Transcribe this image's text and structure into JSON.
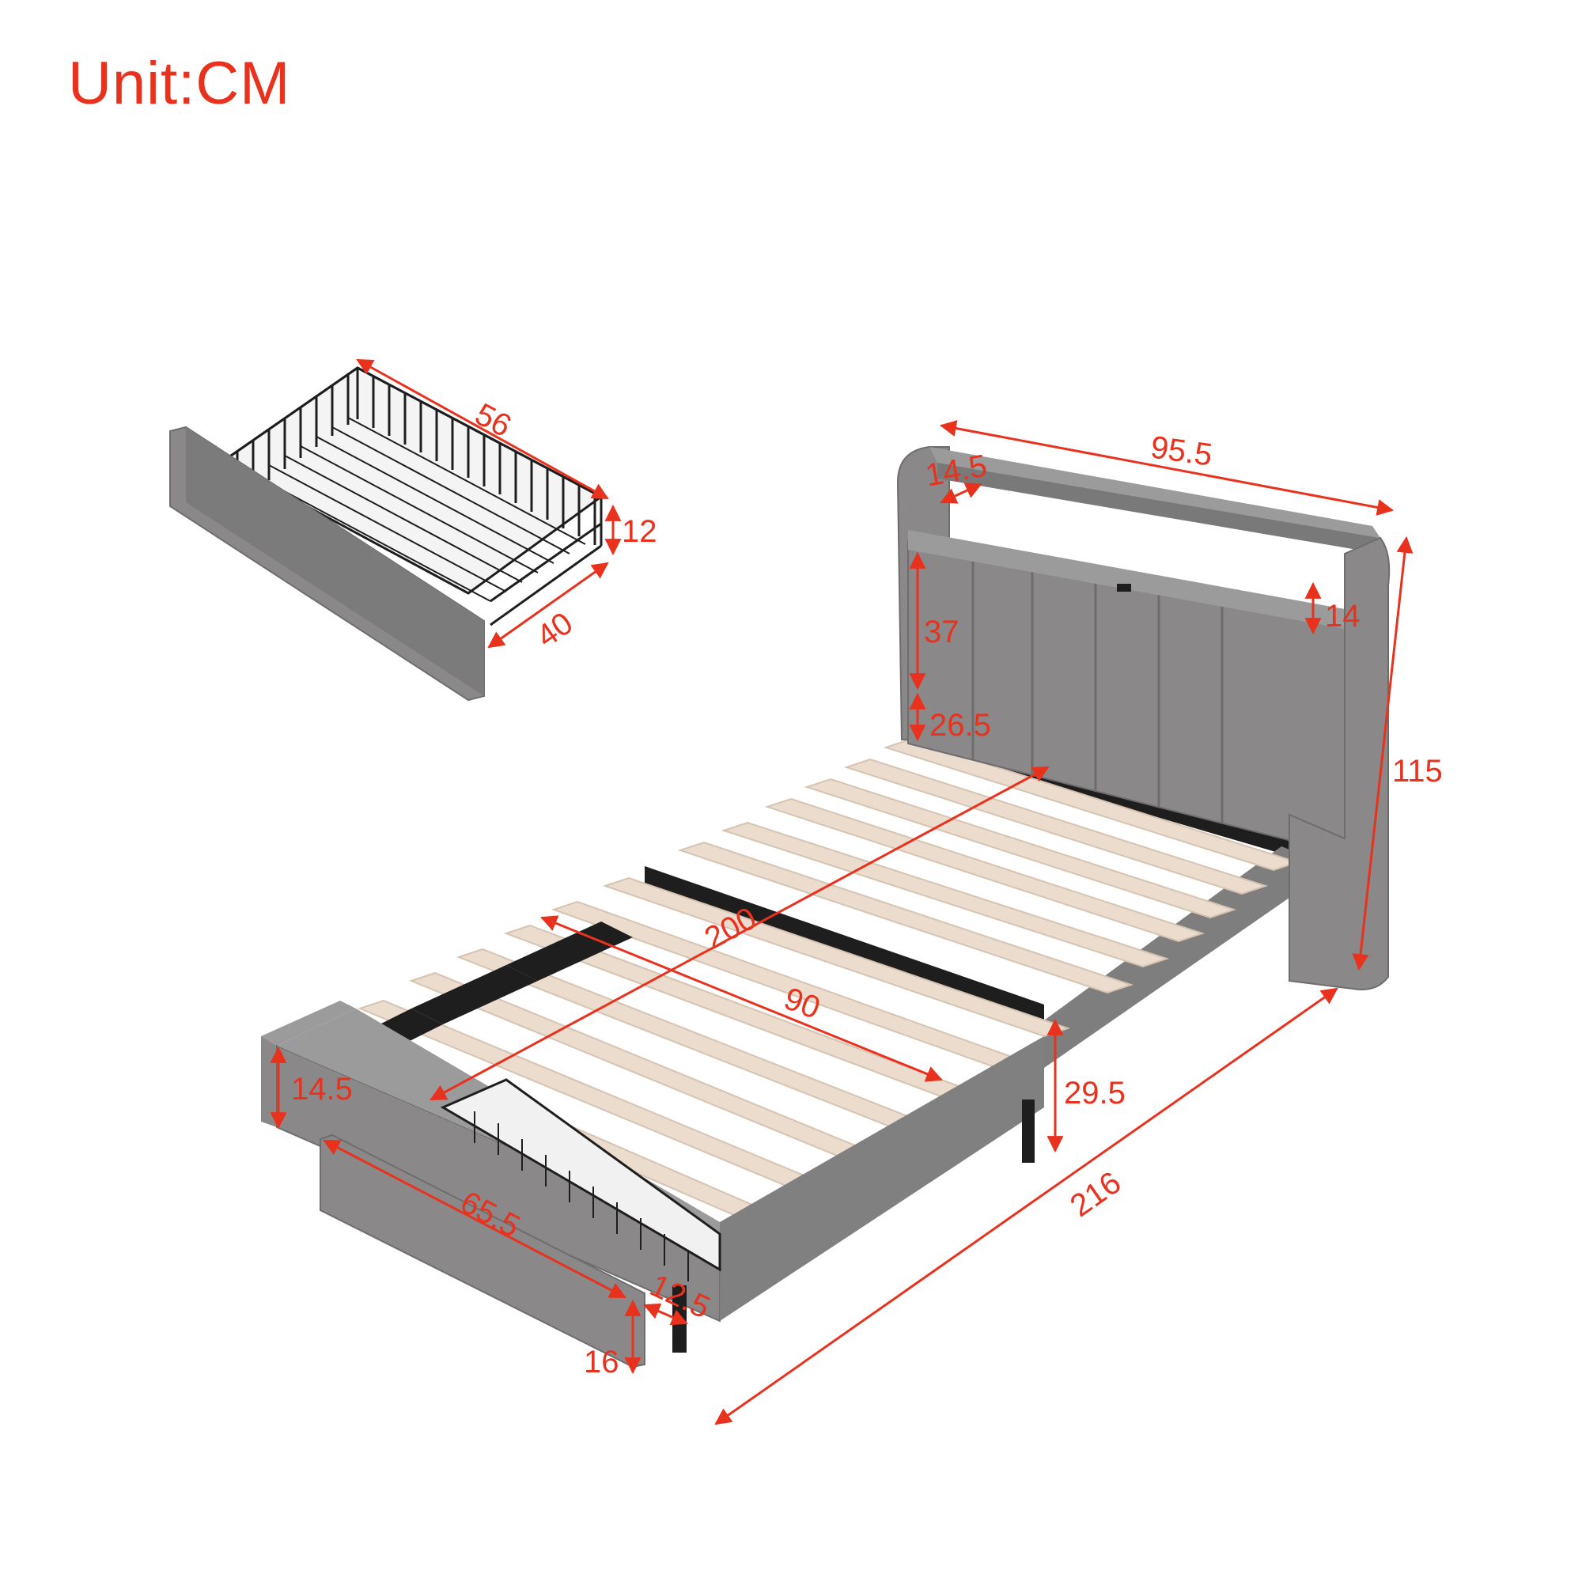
{
  "unit_label": "Unit:CM",
  "colors": {
    "accent": "#e8321e",
    "fabric": "#8a8888",
    "fabric_dark": "#6e6d6d",
    "slat": "#ecdccd",
    "metal": "#1e1e1e"
  },
  "drawer_dimensions": {
    "length": "56",
    "width": "40",
    "height": "12"
  },
  "bed_dimensions": {
    "headboard_width": "95.5",
    "shelf_depth": "14.5",
    "shelf_height": "14",
    "panel_height": "37",
    "panel_gap": "26.5",
    "total_height": "115",
    "mattress_length": "200",
    "mattress_width": "90",
    "total_length": "216",
    "clearance_height": "29.5",
    "rail_height": "14.5",
    "drawer_front_width": "65.5",
    "drawer_front_depth": "12.5",
    "drawer_front_height": "16"
  }
}
